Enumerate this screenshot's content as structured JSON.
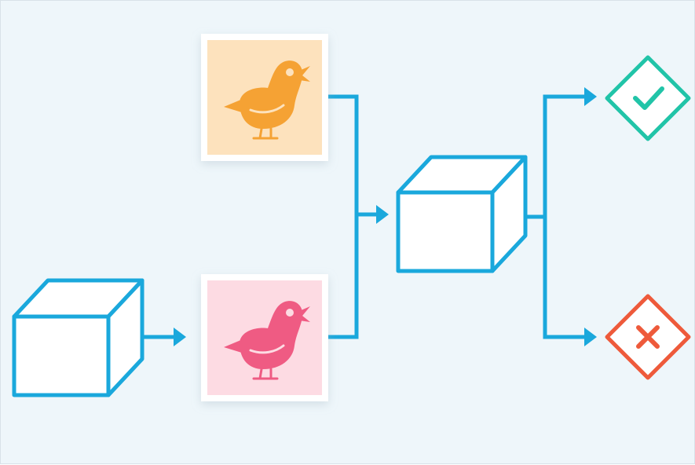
{
  "colors": {
    "background": "#eef6fa",
    "connector": "#1aa8dc",
    "cube_face": "#ffffff",
    "orange_bird": "#f5a234",
    "orange_tile": "#fde2bd",
    "pink_bird": "#ef5b83",
    "pink_tile": "#fddbe3",
    "success": "#21c4a8",
    "failure": "#ee5a3b",
    "frame": "#ffffff"
  },
  "nodes": [
    {
      "id": "input-cube",
      "icon": "cube-icon",
      "role": "source"
    },
    {
      "id": "canary-pink",
      "icon": "bird-icon",
      "role": "variant"
    },
    {
      "id": "canary-orange",
      "icon": "bird-icon",
      "role": "variant"
    },
    {
      "id": "merge-cube",
      "icon": "cube-icon",
      "role": "aggregate"
    },
    {
      "id": "success-diamond",
      "icon": "check-icon",
      "role": "outcome"
    },
    {
      "id": "failure-diamond",
      "icon": "x-icon",
      "role": "outcome"
    }
  ]
}
